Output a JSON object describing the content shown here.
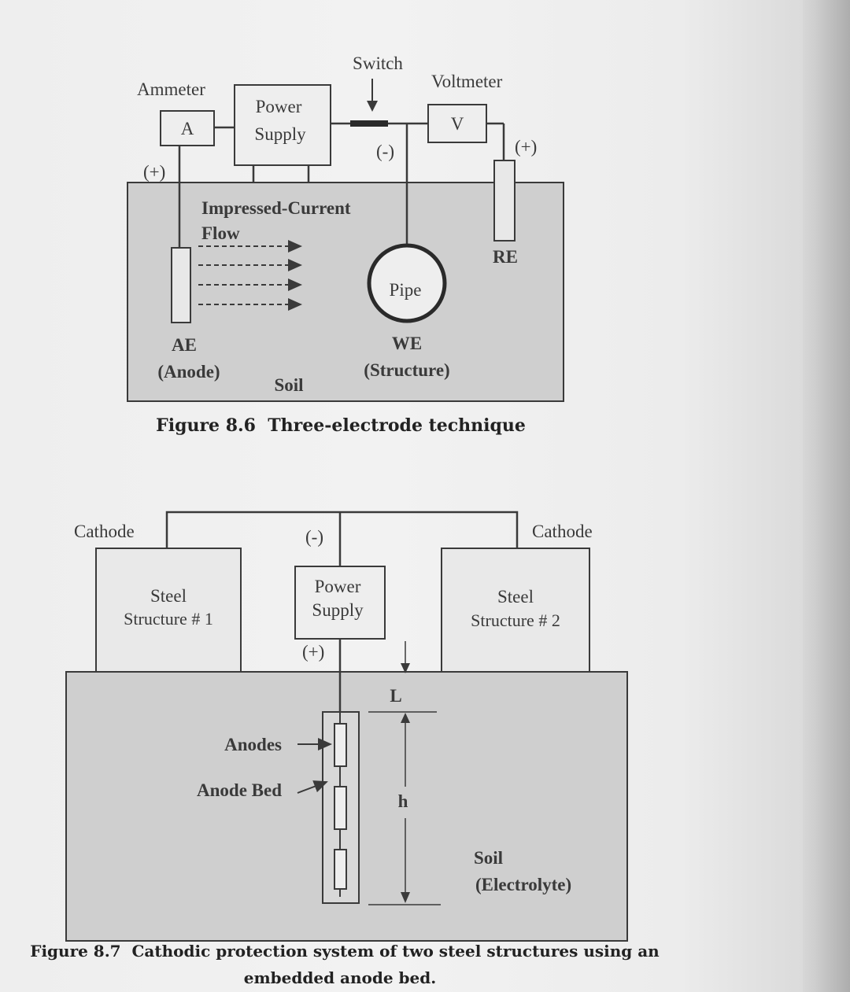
{
  "figure_8_6": {
    "labels": {
      "ammeter": "Ammeter",
      "ammeter_symbol": "A",
      "power_line1": "Power",
      "power_line2": "Supply",
      "switch": "Switch",
      "voltmeter": "Voltmeter",
      "voltmeter_symbol": "V",
      "plus_left": "(+)",
      "minus": "(-)",
      "plus_right": "(+)",
      "flow_line1": "Impressed-Current",
      "flow_line2": "Flow",
      "re": "RE",
      "pipe": "Pipe",
      "ae": "AE",
      "anode": "(Anode)",
      "we": "WE",
      "structure": "(Structure)",
      "soil": "Soil"
    },
    "caption": "Figure 8.6  Three-electrode technique"
  },
  "figure_8_7": {
    "labels": {
      "cathode_left": "Cathode",
      "cathode_right": "Cathode",
      "minus": "(-)",
      "plus": "(+)",
      "steel1_line1": "Steel",
      "steel1_line2": "Structure # 1",
      "power_line1": "Power",
      "power_line2": "Supply",
      "steel2_line1": "Steel",
      "steel2_line2": "Structure # 2",
      "L": "L",
      "h": "h",
      "anodes": "Anodes",
      "anode_bed": "Anode Bed",
      "soil": "Soil",
      "electrolyte": "(Electrolyte)"
    },
    "caption_line1": "Figure 8.7  Cathodic protection system of two steel structures using an",
    "caption_line2": "embedded anode bed."
  },
  "colors": {
    "soil_fill": "#cfcfcf",
    "lines": "#3a3a3a",
    "paper": "#efefef"
  }
}
